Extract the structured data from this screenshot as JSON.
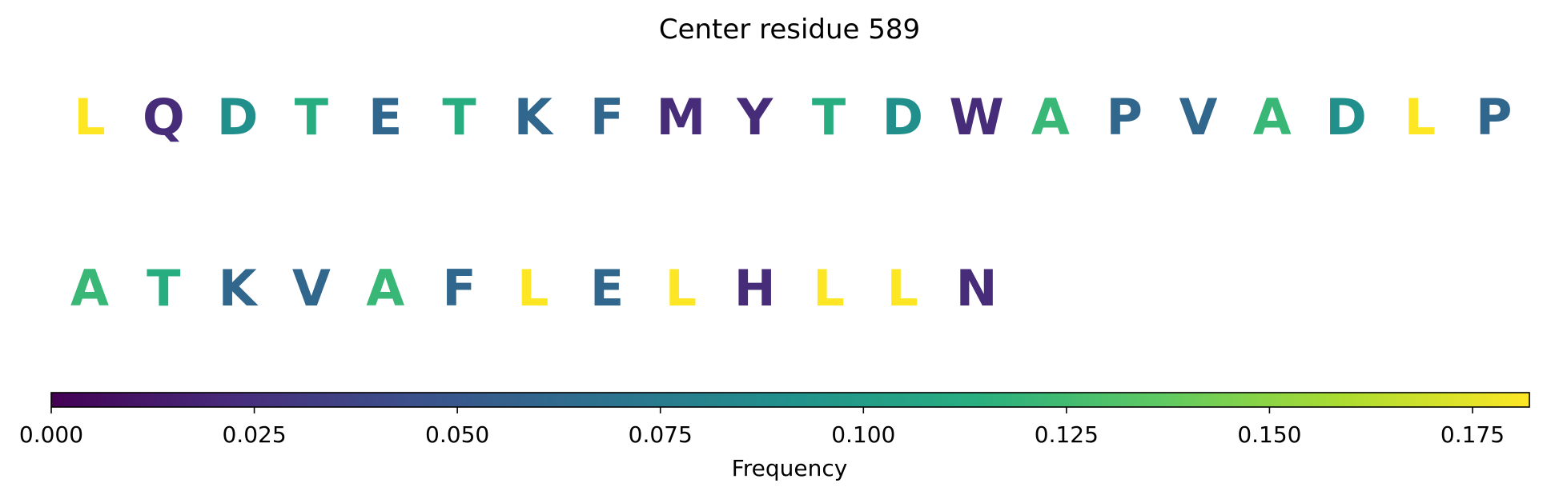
{
  "chart_data": {
    "type": "heatmap",
    "title": "Center residue 589",
    "rows": [
      {
        "residues": [
          "L",
          "Q",
          "D",
          "T",
          "E",
          "T",
          "K",
          "F",
          "M",
          "Y",
          "T",
          "D",
          "W",
          "A",
          "P",
          "V",
          "A",
          "D",
          "L",
          "P"
        ],
        "values": [
          0.182,
          0.022,
          0.09,
          0.113,
          0.06,
          0.113,
          0.06,
          0.06,
          0.022,
          0.022,
          0.113,
          0.09,
          0.022,
          0.121,
          0.06,
          0.06,
          0.121,
          0.09,
          0.182,
          0.06
        ]
      },
      {
        "residues": [
          "A",
          "T",
          "K",
          "V",
          "A",
          "F",
          "L",
          "E",
          "L",
          "H",
          "L",
          "L",
          "N"
        ],
        "values": [
          0.121,
          0.113,
          0.06,
          0.06,
          0.121,
          0.06,
          0.182,
          0.06,
          0.182,
          0.022,
          0.182,
          0.182,
          0.022
        ]
      }
    ],
    "colorbar": {
      "label": "Frequency",
      "colormap": "viridis",
      "range": [
        0,
        0.182
      ],
      "ticks": [
        0.0,
        0.025,
        0.05,
        0.075,
        0.1,
        0.125,
        0.15,
        0.175
      ],
      "tick_labels": [
        "0.000",
        "0.025",
        "0.050",
        "0.075",
        "0.100",
        "0.125",
        "0.150",
        "0.175"
      ]
    }
  }
}
